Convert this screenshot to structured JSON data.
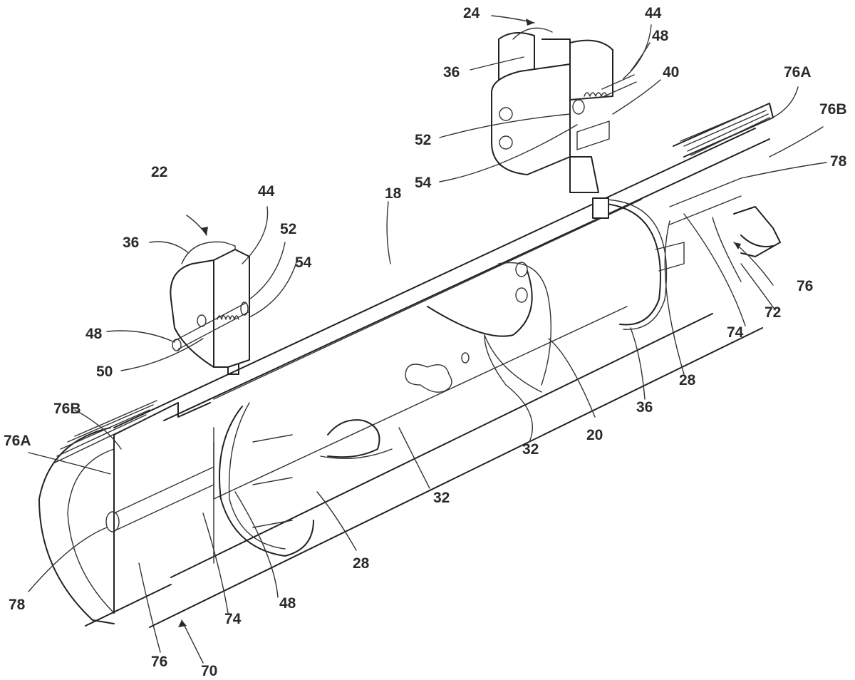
{
  "figure": {
    "type": "patent-line-drawing",
    "description": "Perspective cutaway view of elongated tubular assembly with two clamp assemblies and threaded end fittings",
    "colors": {
      "line": "#222222",
      "background": "#ffffff"
    },
    "labels": {
      "l24": "24",
      "l44_top": "44",
      "l48_top": "48",
      "l36_top": "36",
      "l40": "40",
      "l76A_right": "76A",
      "l76B_right": "76B",
      "l52_top": "52",
      "l54_top": "54",
      "l78_right": "78",
      "l22": "22",
      "l44_left": "44",
      "l52_left": "52",
      "l36_left": "36",
      "l54_left": "54",
      "l18": "18",
      "l76_right": "76",
      "l72": "72",
      "l74_right": "74",
      "l48_left": "48",
      "l50": "50",
      "l28_right": "28",
      "l20": "20",
      "l32_mid": "32",
      "l36_mid": "36",
      "l76B_left": "76B",
      "l76A_left": "76A",
      "l32_low": "32",
      "l28_low": "28",
      "l78_left": "78",
      "l74_left": "74",
      "l48_low": "48",
      "l76_left": "76",
      "l70": "70"
    }
  }
}
